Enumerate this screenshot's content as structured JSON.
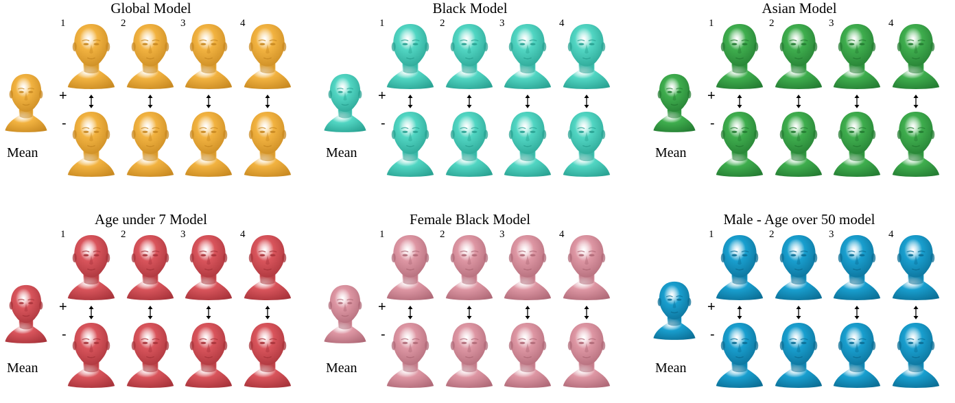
{
  "panels": [
    {
      "id": "global",
      "title": "Global Model",
      "mean_label": "Mean",
      "plus_sign": "+",
      "minus_sign": "-",
      "components": [
        "1",
        "2",
        "3",
        "4"
      ],
      "color": "#F2B341",
      "shade": "#C98A22"
    },
    {
      "id": "black",
      "title": "Black Model",
      "mean_label": "Mean",
      "plus_sign": "+",
      "minus_sign": "-",
      "components": [
        "1",
        "2",
        "3",
        "4"
      ],
      "color": "#52D6C3",
      "shade": "#2AA393"
    },
    {
      "id": "asian",
      "title": "Asian Model",
      "mean_label": "Mean",
      "plus_sign": "+",
      "minus_sign": "-",
      "components": [
        "1",
        "2",
        "3",
        "4"
      ],
      "color": "#3FAE4E",
      "shade": "#257D33"
    },
    {
      "id": "age-under-7",
      "title": "Age under 7 Model",
      "mean_label": "Mean",
      "plus_sign": "+",
      "minus_sign": "-",
      "components": [
        "1",
        "2",
        "3",
        "4"
      ],
      "color": "#D9555C",
      "shade": "#A8343B"
    },
    {
      "id": "female-black",
      "title": "Female Black Model",
      "mean_label": "Mean",
      "plus_sign": "+",
      "minus_sign": "-",
      "components": [
        "1",
        "2",
        "3",
        "4"
      ],
      "color": "#DE97A4",
      "shade": "#B06A78"
    },
    {
      "id": "male-age-over-50",
      "title": "Male - Age over 50 model",
      "mean_label": "Mean",
      "plus_sign": "+",
      "minus_sign": "-",
      "components": [
        "1",
        "2",
        "3",
        "4"
      ],
      "color": "#199FCF",
      "shade": "#0C6F96"
    }
  ]
}
